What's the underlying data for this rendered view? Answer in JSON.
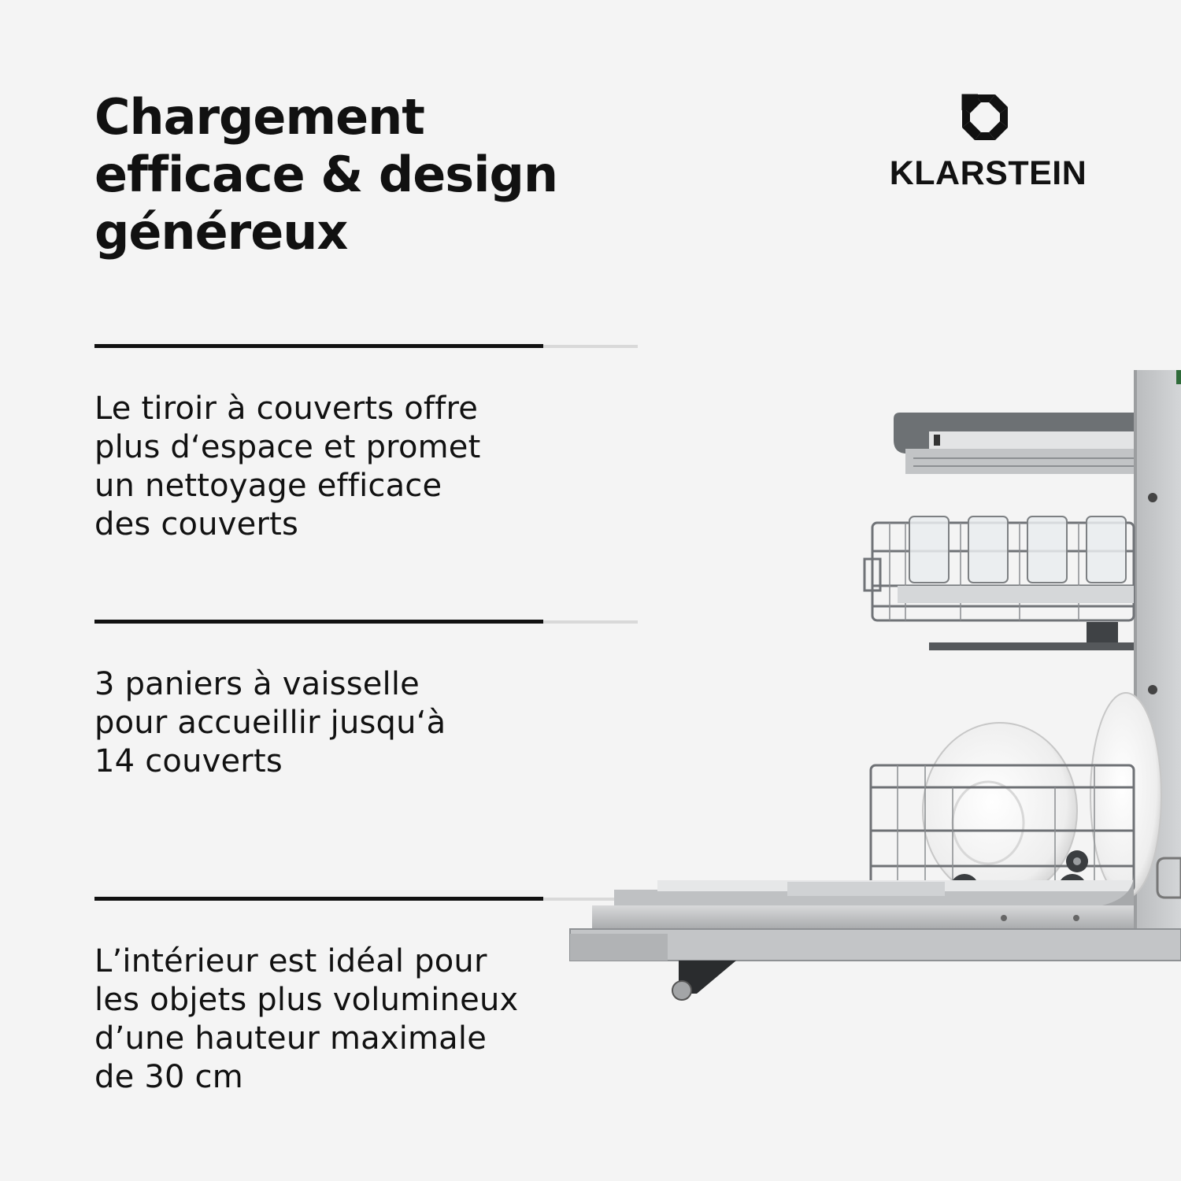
{
  "headline": {
    "lines": [
      "Chargement",
      "efficace & design",
      "généreux"
    ]
  },
  "brand": {
    "name": "KLARSTEIN",
    "logo_icon": "klarstein-diamond-logo-icon"
  },
  "features": [
    {
      "lines": [
        "Le tiroir à couverts offre",
        "plus d‘espace et promet",
        "un nettoyage efficace",
        "des couverts"
      ]
    },
    {
      "lines": [
        "3 paniers à vaisselle",
        "pour accueillir jusqu‘à",
        "14 couverts"
      ]
    },
    {
      "lines": [
        "L’intérieur est idéal pour",
        "les objets plus volumineux",
        "d’une hauteur maximale",
        "de 30 cm"
      ]
    }
  ],
  "colors": {
    "background": "#f4f4f4",
    "text": "#111111",
    "divider_track": "#d9d9d9",
    "appliance_steel": "#c9cacb"
  }
}
